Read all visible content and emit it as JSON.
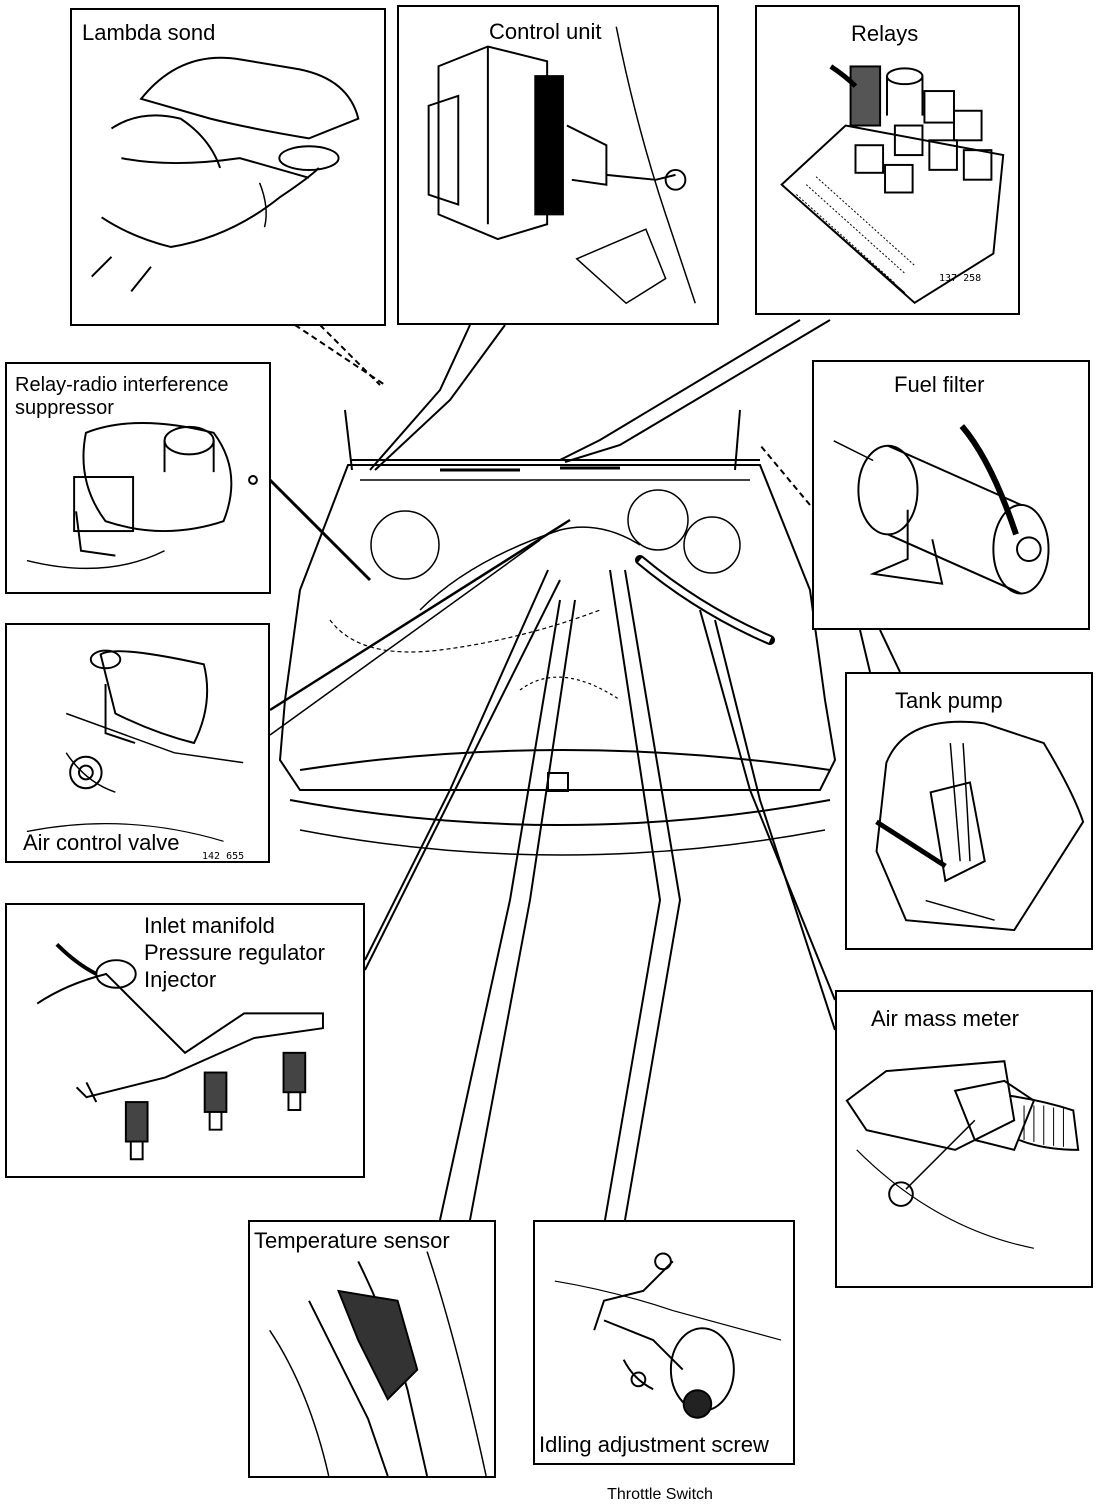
{
  "panels": {
    "lambda_sond": {
      "label": "Lambda sond"
    },
    "control_unit": {
      "label": "Control unit"
    },
    "relays": {
      "label": "Relays",
      "code": "137 258"
    },
    "relay_radio": {
      "label_line1": "Relay-radio interference",
      "label_line2": "suppressor"
    },
    "fuel_filter": {
      "label": "Fuel filter"
    },
    "air_control_valve": {
      "label": "Air control valve",
      "code": "142 655"
    },
    "tank_pump": {
      "label": "Tank pump"
    },
    "inlet_manifold": {
      "label_line1": "Inlet manifold",
      "label_line2": "Pressure regulator",
      "label_line3": "Injector"
    },
    "air_mass_meter": {
      "label": "Air mass meter"
    },
    "temperature_sensor": {
      "label": "Temperature sensor"
    },
    "idling_screw": {
      "label": "Idling adjustment screw"
    }
  },
  "caption": "Throttle Switch"
}
